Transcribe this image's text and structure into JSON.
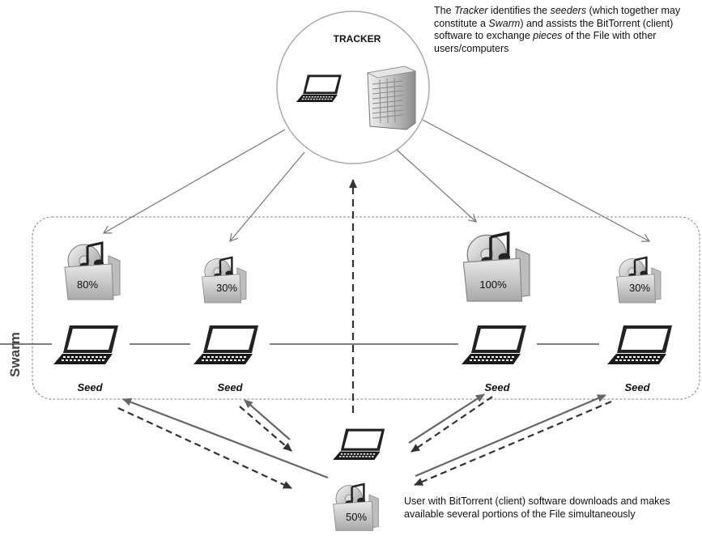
{
  "tracker": {
    "label": "TRACKER",
    "caption": [
      {
        "text": "The ",
        "em": false
      },
      {
        "text": "Tracker",
        "em": true
      },
      {
        "text": " identifies the ",
        "em": false
      },
      {
        "text": "seeders",
        "em": true
      },
      {
        "text": " (which together may constitute a ",
        "em": false
      },
      {
        "text": "Swarm",
        "em": true
      },
      {
        "text": ") and assists the BitTorrent (client) software to exchange ",
        "em": false
      },
      {
        "text": "pieces",
        "em": true
      },
      {
        "text": " of the File with other users/computers",
        "em": false
      }
    ]
  },
  "swarm": {
    "label": "Swarm"
  },
  "seeds": [
    {
      "label": "Seed",
      "percent": "80%"
    },
    {
      "label": "Seed",
      "percent": "30%"
    },
    {
      "label": "Seed",
      "percent": "100%"
    },
    {
      "label": "Seed",
      "percent": "30%"
    }
  ],
  "user": {
    "percent": "50%",
    "caption": "User with BitTorrent (client) software downloads and makes available several portions of the File simultaneously"
  },
  "colors": {
    "arrow_solid": "#777777",
    "arrow_dashed": "#333333",
    "swarm_border": "#888888",
    "tracker_circle": "#aaaaaa"
  }
}
